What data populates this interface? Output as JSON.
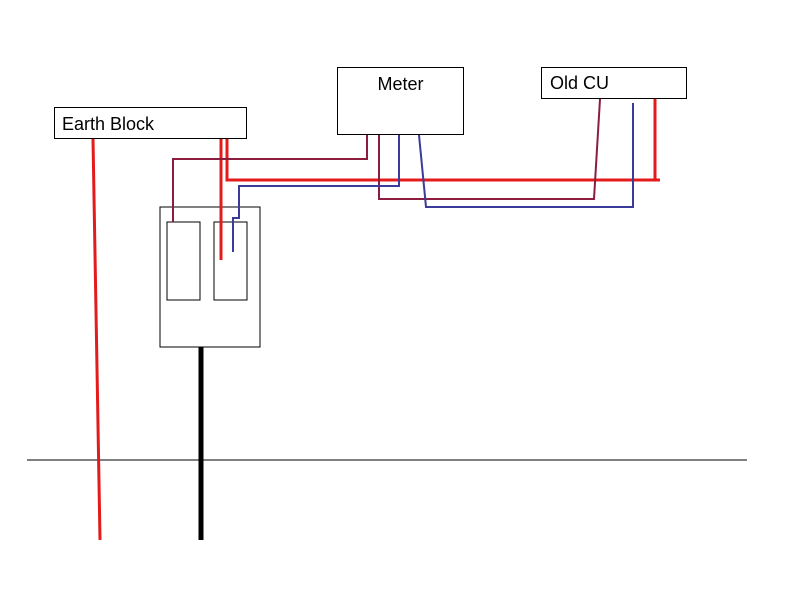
{
  "labels": {
    "earth_block": "Earth Block",
    "meter": "Meter",
    "old_cu": "Old CU"
  },
  "colors": {
    "live": "#e31b1b",
    "neutral": "#3b3b9c",
    "tails_brown": "#8b1e3f",
    "earth_spike": "#000000",
    "ground": "#000000"
  }
}
